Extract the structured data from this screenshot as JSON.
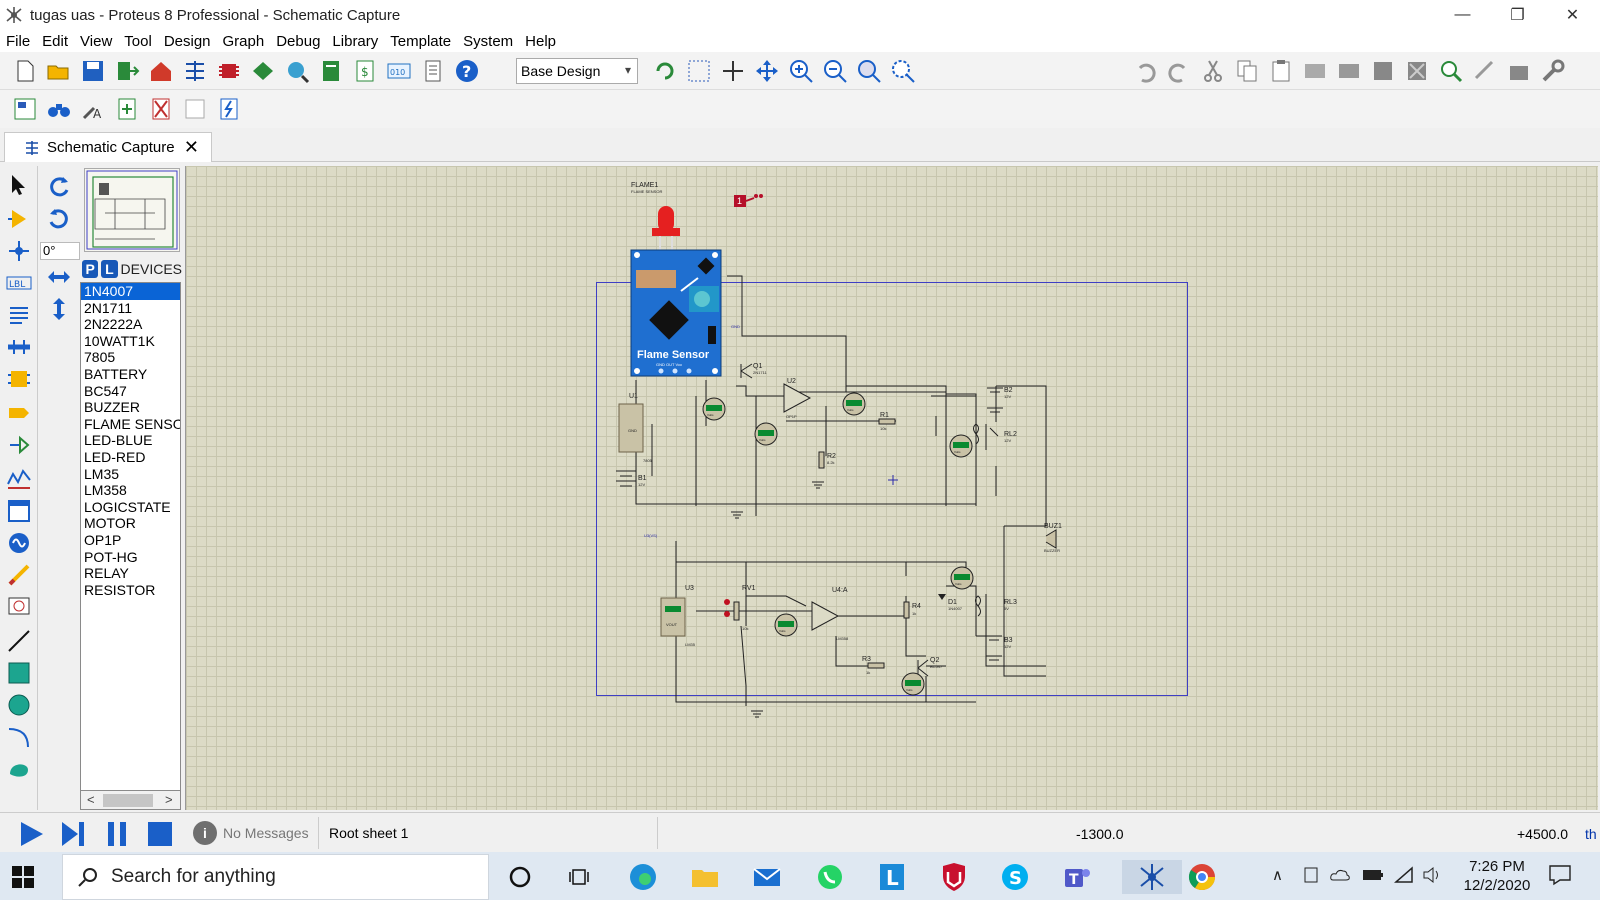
{
  "window": {
    "title": "tugas uas - Proteus 8 Professional - Schematic Capture",
    "minimize": "—",
    "restore": "❐",
    "close": "✕"
  },
  "menu": [
    "File",
    "Edit",
    "View",
    "Tool",
    "Design",
    "Graph",
    "Debug",
    "Library",
    "Template",
    "System",
    "Help"
  ],
  "toolbar": {
    "layer_selected": "Base Design"
  },
  "tab": {
    "label": "Schematic Capture",
    "close": "✕"
  },
  "rotation": {
    "angle": "0°"
  },
  "device_selector": {
    "p_label": "P",
    "l_label": "L",
    "title": "DEVICES",
    "items": [
      "1N4007",
      "2N1711",
      "2N2222A",
      "10WATT1K",
      "7805",
      "BATTERY",
      "BC547",
      "BUZZER",
      "FLAME SENSOR",
      "LED-BLUE",
      "LED-RED",
      "LM35",
      "LM358",
      "LOGICSTATE",
      "MOTOR",
      "OP1P",
      "POT-HG",
      "RELAY",
      "RESISTOR"
    ],
    "selected": "1N4007",
    "scroll_left": "<",
    "scroll_right": ">"
  },
  "schematic": {
    "flame_label": "FLAME1",
    "flame_sub": "FLAME SENSOR",
    "flame_board_text": "Flame Sensor",
    "flame_pins": "GND  OUT  Vcc",
    "logic_label": "1",
    "components": {
      "u1": "U1",
      "u1_part": "7805",
      "u1_gnd": "GND",
      "b1": "B1",
      "b1_val": "12V",
      "q1": "Q1",
      "q1_part": "2N1711",
      "u2": "U2",
      "u2_part": "OP1P",
      "r1": "R1",
      "r1_val": "10k",
      "r2": "R2",
      "r2_val": "8.2k",
      "b2": "B2",
      "b2_val": "12V",
      "rl2": "RL2",
      "rl2_val": "12V",
      "buz1": "BUZ1",
      "buz1_part": "BUZZER",
      "u3": "U3",
      "u3_part": "LM35",
      "u3_vout": "VOUT",
      "rv1": "RV1",
      "rv1_val": "10k",
      "u4": "U4:A",
      "u4_part": "LM358",
      "r3": "R3",
      "r3_val": "1k",
      "r4": "R4",
      "r4_val": "1k",
      "d1": "D1",
      "d1_part": "1N4007",
      "q2": "Q2",
      "q2_part": "BC547",
      "rl3": "RL3",
      "rl3_val": "5V",
      "b3": "B3",
      "b3_val": "12V",
      "volts": "Volts",
      "net_gnd": "GND",
      "net_u3": "U3(VS)"
    }
  },
  "status": {
    "messages": "No Messages",
    "info_icon": "i",
    "sheet": "Root sheet 1",
    "x": "-1300.0",
    "y": "+4500.0",
    "units": "th"
  },
  "taskbar": {
    "search_placeholder": "Search for anything",
    "time": "7:26 PM",
    "date": "12/2/2020"
  },
  "colors": {
    "canvas": "#dcdbc6",
    "sheet_border": "#3f3fc4",
    "selection": "#0a64d6",
    "flame_board": "#1f6fd0"
  }
}
